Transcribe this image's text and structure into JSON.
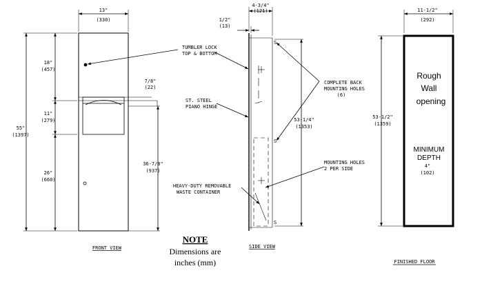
{
  "front_view": {
    "width_in": "13\"",
    "width_mm": "(330)",
    "height_in": "55\"",
    "height_mm": "(1397)",
    "top_in": "18\"",
    "top_mm": "(457)",
    "mid_in": "11\"",
    "mid_mm": "(279)",
    "bottom_in": "26\"",
    "bottom_mm": "(660)",
    "dispenser_offset_in": "7/8\"",
    "dispenser_offset_mm": "(22)",
    "lower_in": "36-7/8\"",
    "lower_mm": "(937)",
    "label": "FRONT VIEW"
  },
  "side_view": {
    "depth_in": "4-3/4\"",
    "depth_mm": "(121)",
    "flange_in": "1/2\"",
    "flange_mm": "(13)",
    "height_in": "53-1/4\"",
    "height_mm": "(1353)",
    "label": "SIDE VIEW"
  },
  "callouts": {
    "tumbler_1": "TUMBLER LOCK",
    "tumbler_2": "TOP & BOTTOM",
    "hinge_1": "ST. STEEL",
    "hinge_2": "PIANO HINGE",
    "waste_1": "HEAVY-DUTY REMOVABLE",
    "waste_2": "WASTE CONTAINER",
    "back_1": "COMPLETE BACK",
    "back_2": "MOUNTING HOLES",
    "back_3": "(6)",
    "mount_1": "MOUNTING HOLES",
    "mount_2": "2 PER SIDE"
  },
  "note": {
    "title": "NOTE",
    "line1": "Dimensions are",
    "line2": "inches (mm)"
  },
  "rough_opening": {
    "width_in": "11-1/2\"",
    "width_mm": "(292)",
    "height_in": "53-1/2\"",
    "height_mm": "(1359)",
    "line1": "Rough",
    "line2": "Wall",
    "line3": "opening",
    "depth_1": "MINIMUM",
    "depth_2": "DEPTH",
    "depth_3": "4\"",
    "depth_4": "(102)",
    "floor_label": "FINISHED FLOOR"
  }
}
